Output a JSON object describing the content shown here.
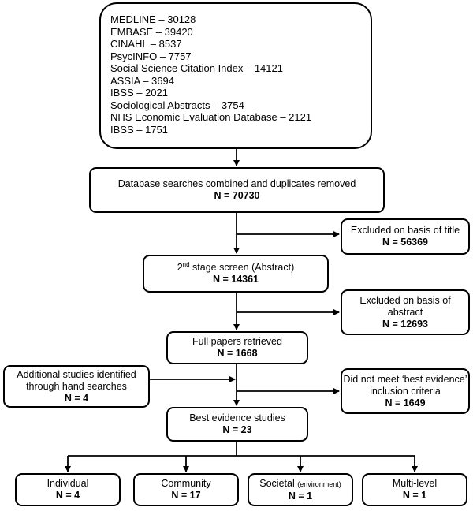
{
  "databases": [
    "MEDLINE – 30128",
    "EMBASE – 39420",
    "CINAHL – 8537",
    "PsycINFO – 7757",
    "Social Science Citation Index – 14121",
    "ASSIA – 3694",
    "IBSS – 2021",
    "Sociological Abstracts – 3754",
    "NHS Economic Evaluation Database – 2121",
    "IBSS – 1751"
  ],
  "combined": {
    "label": "Database searches combined and duplicates removed",
    "n": "N = 70730"
  },
  "excluded_title": {
    "label": "Excluded on basis of title",
    "n": "N = 56369"
  },
  "second_stage": {
    "label_num": "2",
    "label_sup": "nd",
    "label_rest": " stage screen (Abstract)",
    "n": "N = 14361"
  },
  "excluded_abstract": {
    "label": "Excluded on basis of abstract",
    "n": "N = 12693"
  },
  "full_papers": {
    "label": "Full papers retrieved",
    "n": "N = 1668"
  },
  "additional": {
    "label": "Additional studies identified through hand searches",
    "n": "N = 4"
  },
  "not_met": {
    "label": "Did not meet ‘best evidence’ inclusion criteria",
    "n": "N = 1649"
  },
  "best_evidence": {
    "label": "Best evidence studies",
    "n": "N = 23"
  },
  "individual": {
    "label": "Individual",
    "n": "N = 4"
  },
  "community": {
    "label": "Community",
    "n": "N = 17"
  },
  "societal": {
    "label": "Societal",
    "label_small": "(environment)",
    "n": "N = 1"
  },
  "multilevel": {
    "label": "Multi-level",
    "n": "N = 1"
  }
}
